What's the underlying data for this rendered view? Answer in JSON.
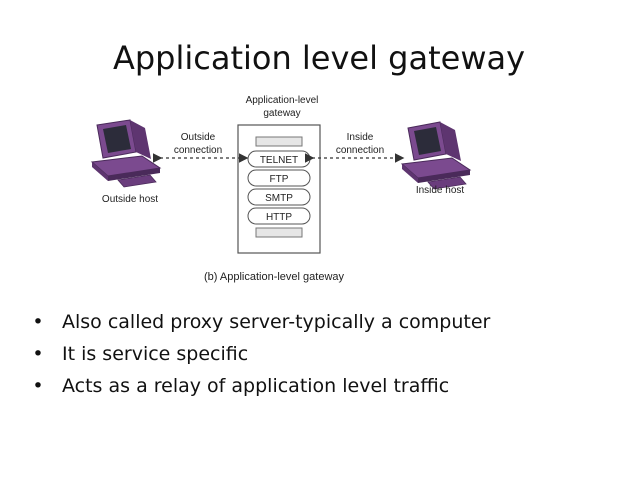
{
  "slide": {
    "title": "Application level gateway"
  },
  "diagram": {
    "gateway_label_line1": "Application-level",
    "gateway_label_line2": "gateway",
    "outside_connection_line1": "Outside",
    "outside_connection_line2": "connection",
    "inside_connection_line1": "Inside",
    "inside_connection_line2": "connection",
    "protocols": [
      "TELNET",
      "FTP",
      "SMTP",
      "HTTP"
    ],
    "outside_host_label": "Outside host",
    "inside_host_label": "Inside host",
    "caption": "(b) Application-level gateway",
    "colors": {
      "computer": "#7b4a8f",
      "computer_dark": "#4a2a5a",
      "screen": "#2c2c3a",
      "line": "#333333"
    }
  },
  "bullets": {
    "marker": "•",
    "items": [
      "Also called proxy server-typically a computer",
      "It is service specific",
      "Acts as a relay of application level traffic"
    ]
  }
}
